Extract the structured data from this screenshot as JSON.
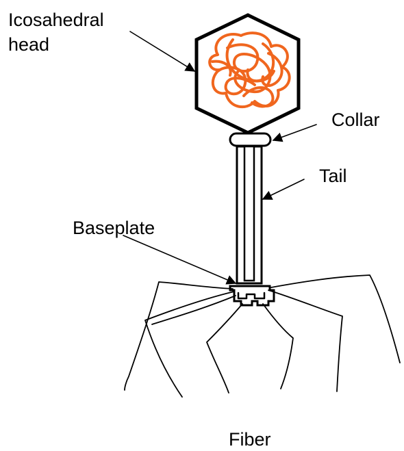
{
  "labels": {
    "head_line1": "Icosahedral",
    "head_line2": "head",
    "collar": "Collar",
    "tail": "Tail",
    "baseplate": "Baseplate",
    "fiber": "Fiber"
  },
  "colors": {
    "genome": "#f0661e",
    "outline": "#000000",
    "background": "#ffffff"
  }
}
